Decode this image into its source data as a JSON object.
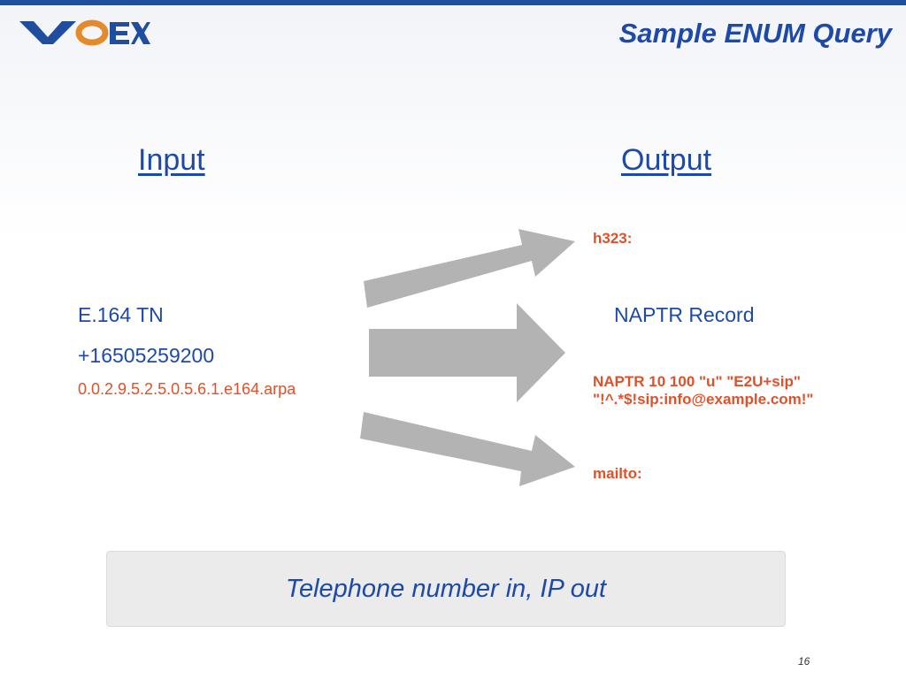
{
  "header": {
    "logo_text": "VOEX",
    "title": "Sample ENUM Query"
  },
  "input": {
    "heading": "Input",
    "tn_label": "E.164 TN",
    "tn_value": "+16505259200",
    "arpa": "0.0.2.9.5.2.5.0.5.6.1.e164.arpa"
  },
  "output": {
    "heading": "Output",
    "h323": "h323:",
    "naptr_label": "NAPTR Record",
    "naptr_line1": "NAPTR 10 100 \"u\" \"E2U+sip\"",
    "naptr_line2": "\"!^.*$!sip:info@example.com!\"",
    "mailto": "mailto:"
  },
  "summary": "Telephone number in, IP out",
  "page_number": "16",
  "colors": {
    "brand_blue": "#1d49a8",
    "accent_orange": "#e0512a",
    "arrow_gray": "#b3b3b3"
  }
}
